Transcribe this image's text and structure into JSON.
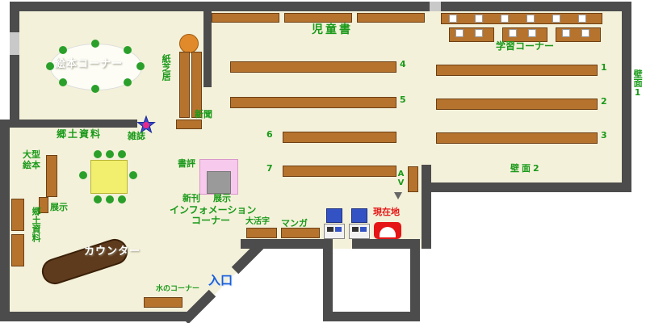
{
  "labels": {
    "picture_book_corner": "絵本コーナー",
    "kamishibai": "紙芝居",
    "newspaper": "新聞",
    "local_materials_top": "郷土資料",
    "magazine": "雑誌",
    "large_picture_book_line1": "大型",
    "large_picture_book_line2": "絵本",
    "exhibit": "展示",
    "local_materials_left": "郷土資料",
    "children_books": "児童書",
    "study_corner": "学習コーナー",
    "wall_1": "壁面1",
    "wall_2": "壁面2",
    "book_review": "書評",
    "new_books": "新刊",
    "new_books_exhibit": "展示",
    "information_line1": "インフォメーション",
    "information_line2": "コーナー",
    "large_print": "大活字",
    "manga": "マンガ",
    "av": "AV",
    "current_location": "現在地",
    "counter": "カウンター",
    "entrance": "入口",
    "water_corner": "水のコーナー"
  },
  "shelf_numbers": [
    "1",
    "2",
    "3",
    "4",
    "5",
    "6",
    "7"
  ],
  "colors": {
    "floor": "#f4f1da",
    "wall": "#4c4c4c",
    "shelf": "#b5732e",
    "label_green": "#1a9a1a",
    "entrance_blue": "#1a5fd6",
    "current_location_red": "#e51515",
    "counter_brown": "#5f3b1d",
    "table_yellow": "#f2ef6e",
    "display_pink": "#f7c9ec"
  }
}
